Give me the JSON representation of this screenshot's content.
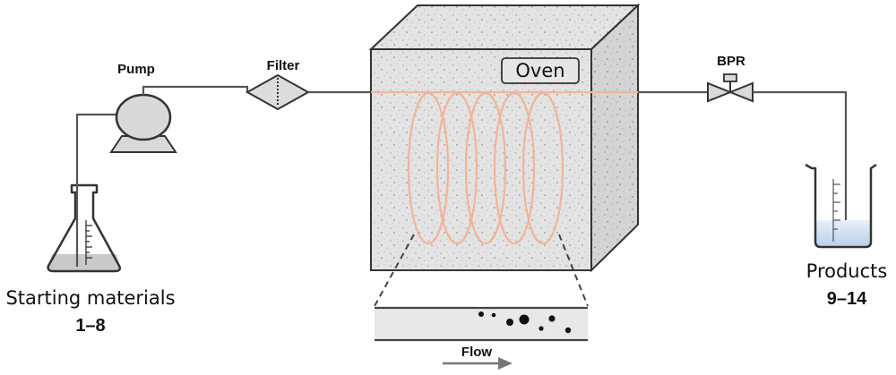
{
  "labels": {
    "pump": "Pump",
    "filter": "Filter",
    "oven": "Oven",
    "bpr": "BPR",
    "flow": "Flow",
    "starting_materials": "Starting materials",
    "starting_numbers": "1–8",
    "products": "Products",
    "product_numbers": "9–14"
  },
  "colors": {
    "tubing": "#555555",
    "coil": "#f2b49a",
    "oven_fill": "#e4e4e4",
    "liquid": "#c9c9c9",
    "product_liquid": "#d6e4f4"
  }
}
